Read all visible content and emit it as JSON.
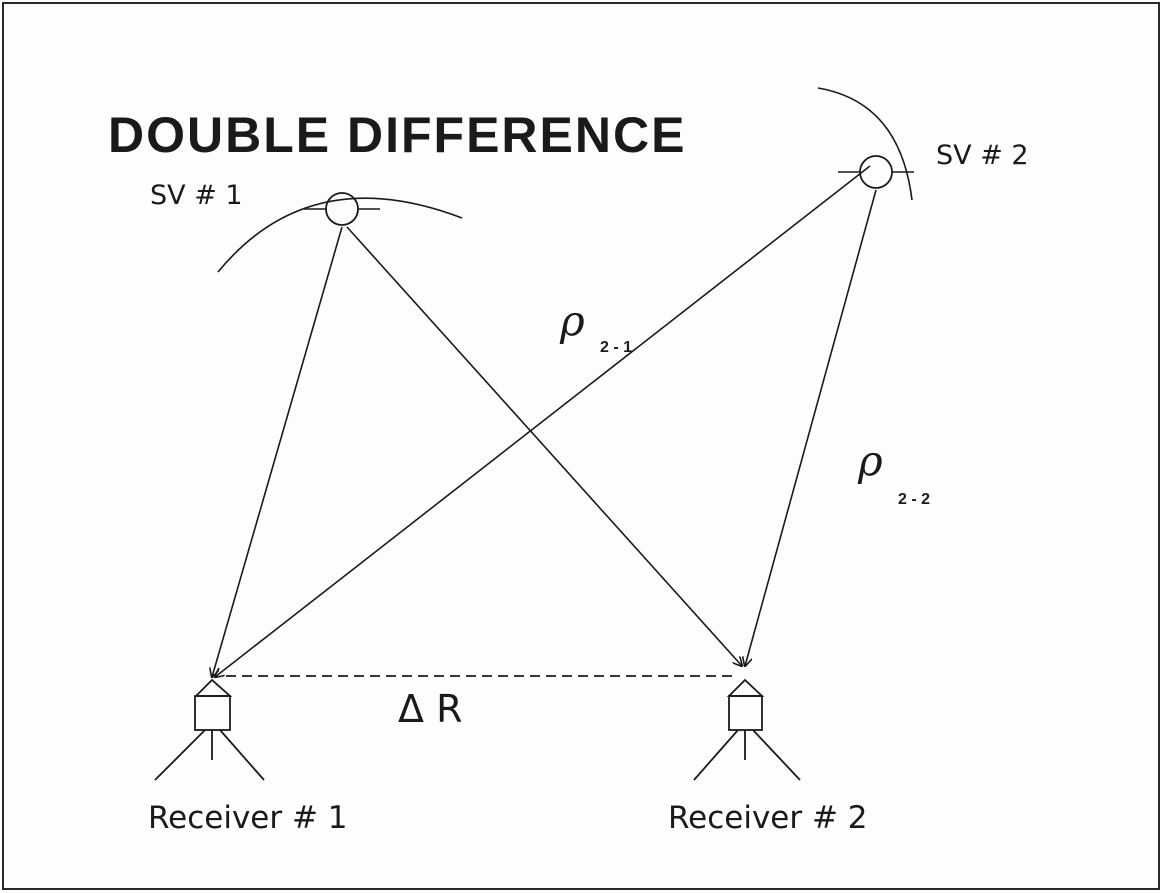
{
  "title": "DOUBLE DIFFERENCE",
  "satellites": [
    {
      "label": "SV # 1"
    },
    {
      "label": "SV # 2"
    }
  ],
  "receivers": [
    {
      "label": "Receiver # 1"
    },
    {
      "label": "Receiver # 2"
    }
  ],
  "ranges": [
    {
      "symbol": "ρ",
      "subscript": "2 - 1"
    },
    {
      "symbol": "ρ",
      "subscript": "2 - 2"
    }
  ],
  "baseline": {
    "label": "Δ R"
  },
  "colors": {
    "ink": "#1a1a1a",
    "background": "#fdfdfd"
  }
}
